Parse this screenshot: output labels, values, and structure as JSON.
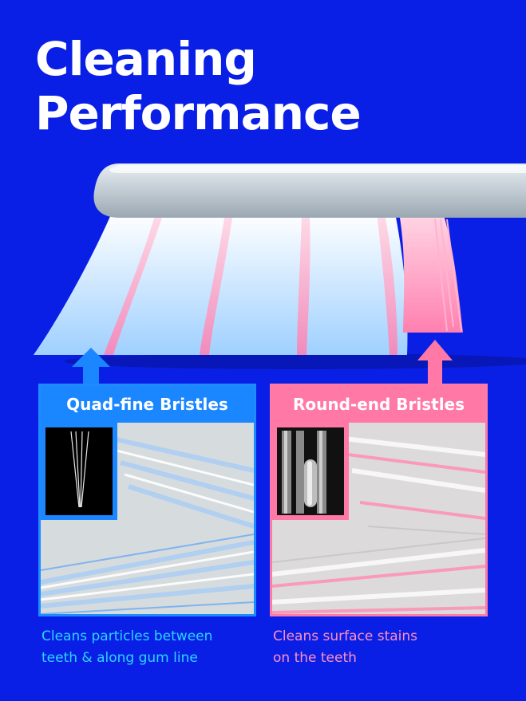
{
  "title": {
    "line1": "Cleaning",
    "line2": "Performance"
  },
  "panels": {
    "quad": {
      "label": "Quad-fine Bristles",
      "caption_line1": "Cleans particles between",
      "caption_line2": "teeth & along gum line",
      "color": "#1a86ff",
      "caption_color": "#2ad6ff"
    },
    "round": {
      "label": "Round-end Bristles",
      "caption_line1": "Cleans surface stains",
      "caption_line2": "on the teeth",
      "color": "#ff78a6",
      "caption_color": "#ff8fc4"
    }
  },
  "colors": {
    "background": "#0a1fe6",
    "bristle_blue": "#bfe0ff",
    "bristle_pink": "#ff9ec4"
  },
  "icons": {
    "arrow_blue": "arrow-up-icon",
    "arrow_pink": "arrow-up-icon"
  }
}
